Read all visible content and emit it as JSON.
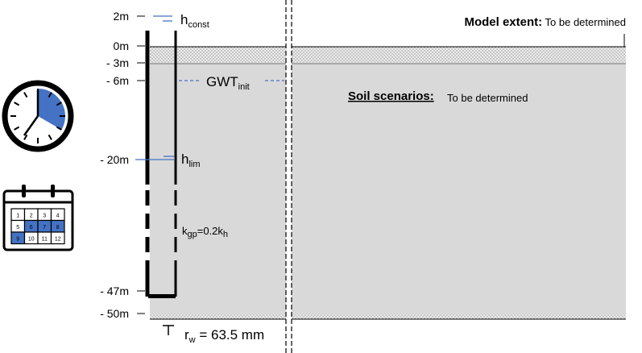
{
  "depth_labels": [
    "2m",
    "0m",
    "- 3m",
    "- 6m",
    "- 20m",
    "- 47m",
    "- 50m"
  ],
  "h_const": {
    "symbol": "h",
    "subscript": "const"
  },
  "gwt_init": {
    "symbol": "GWT",
    "subscript": "init"
  },
  "h_lim": {
    "symbol": "h",
    "subscript": "lim"
  },
  "k_gp": {
    "prefix": "k",
    "prefix_sub": "gp",
    "mid": "=0.2k",
    "suffix_sub": "h"
  },
  "well_radius": {
    "prefix": "r",
    "sub": "w",
    "value": " = 63.5 mm"
  },
  "model_extent": {
    "label": "Model extent:",
    "value": " To be determined"
  },
  "soil_scenarios": {
    "label": "Soil scenarios:",
    "value": "To be determined"
  },
  "calendar": {
    "days": [
      "1",
      "2",
      "3",
      "4",
      "5",
      "6",
      "7",
      "8",
      "9",
      "10",
      "11",
      "12"
    ],
    "highlighted": [
      "6",
      "7",
      "8",
      "9"
    ]
  },
  "colors": {
    "accent_blue": "#4472c4",
    "soil_gray": "#d9d9d9",
    "line_black": "#000000"
  }
}
